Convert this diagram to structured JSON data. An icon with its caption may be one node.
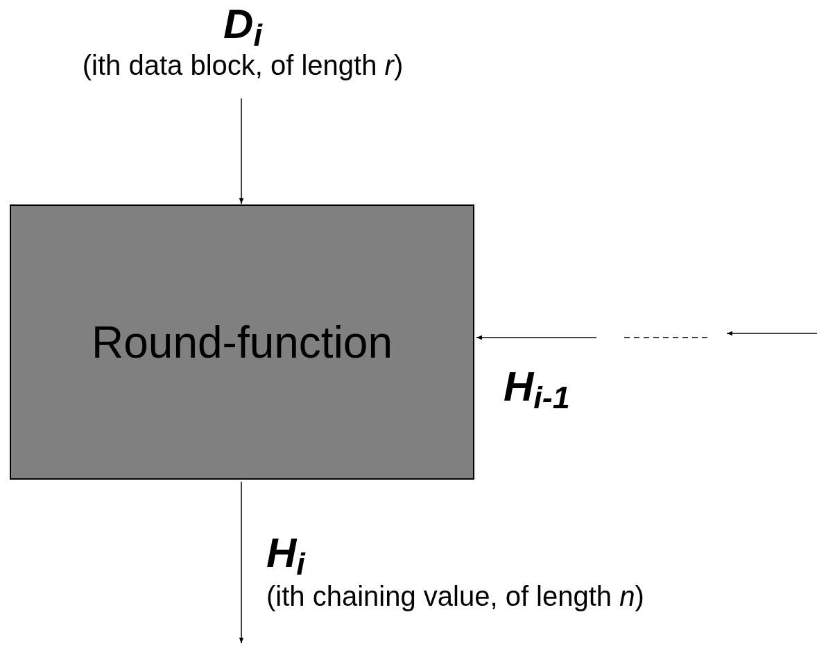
{
  "diagram": {
    "nodes": [
      {
        "text": [
          "D$_{i}$",
          "(ith data block, of length *r*)"
        ]
      },
      {
        "text": [
          "Round-function"
        ]
      }
    ],
    "edges": [
      {
        "from": 0,
        "to": 1,
        "arrow": "to"
      },
      {
        "from": null,
        "to": 1,
        "arrow": "to"
      },
      {
        "from": 1,
        "to": null,
        "arrow": "to"
      }
    ],
    "labels": [
      "H$_{i-1}$",
      "H$_{i}$",
      "(ith chaining value, of length *n*)"
    ]
  }
}
